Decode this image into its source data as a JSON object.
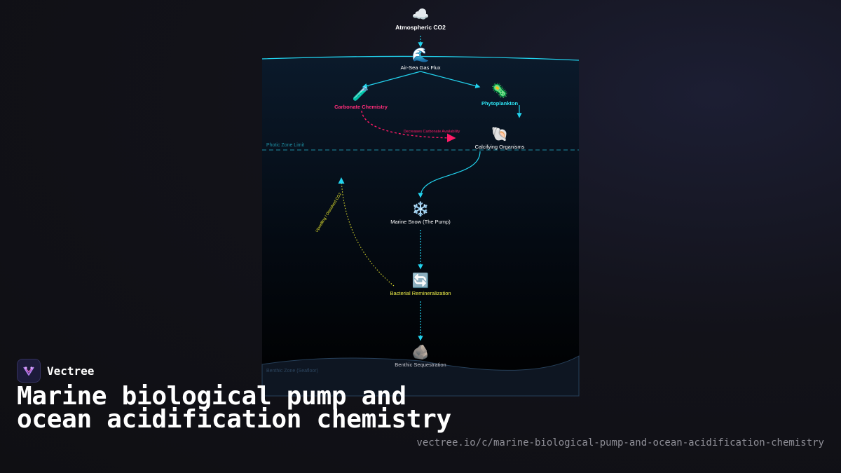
{
  "diagram": {
    "nodes": {
      "atmospheric_co2": {
        "icon": "☁️",
        "icon_name": "cloud-icon",
        "label": "Atmospheric CO2",
        "color": "#ffffff"
      },
      "air_sea_flux": {
        "icon": "🌊",
        "icon_name": "wave-icon",
        "label": "Air-Sea Gas Flux",
        "color": "#ffffff"
      },
      "carbonate_chemistry": {
        "icon": "🧪",
        "icon_name": "test-tube-icon",
        "label": "Carbonate Chemistry",
        "color": "#ff2d7a"
      },
      "phytoplankton": {
        "icon": "🦠",
        "icon_name": "microbe-icon",
        "label": "Phytoplankton",
        "color": "#2ee6f5"
      },
      "calcifying_organisms": {
        "icon": "🐚",
        "icon_name": "shell-icon",
        "label": "Calcifying Organisms",
        "color": "#ffffff"
      },
      "marine_snow": {
        "icon": "❄️",
        "icon_name": "snowflake-icon",
        "label": "Marine Snow (The Pump)",
        "color": "#ffffff"
      },
      "bacterial_remineralization": {
        "icon": "🔄",
        "icon_name": "cycle-arrows-icon",
        "label": "Bacterial Remineralization",
        "color": "#f2f24a"
      },
      "benthic_sequestration": {
        "icon": "🪨",
        "icon_name": "rock-icon",
        "label": "Benthic Sequestration",
        "color": "#c8c8d0"
      }
    },
    "zones": {
      "photic_zone_limit": "Photic Zone Limit",
      "benthic_zone": "Benthic Zone (Seafloor)"
    },
    "edge_labels": {
      "decreases_carbonate": "Decreases Carbonate Availability",
      "upwelling": "Upwelling / Dissolved CO2"
    },
    "colors": {
      "flow": "#22d3ee",
      "acidification": "#ff1a66",
      "upwelling": "#e6e62e",
      "ocean_top": "#0b1a2b",
      "ocean_bottom": "#000000"
    }
  },
  "brand": {
    "name": "Vectree",
    "logo_icon": "vectree-logo-icon"
  },
  "footer": {
    "title": "Marine biological pump and ocean acidification chemistry",
    "url": "vectree.io/c/marine-biological-pump-and-ocean-acidification-chemistry"
  }
}
